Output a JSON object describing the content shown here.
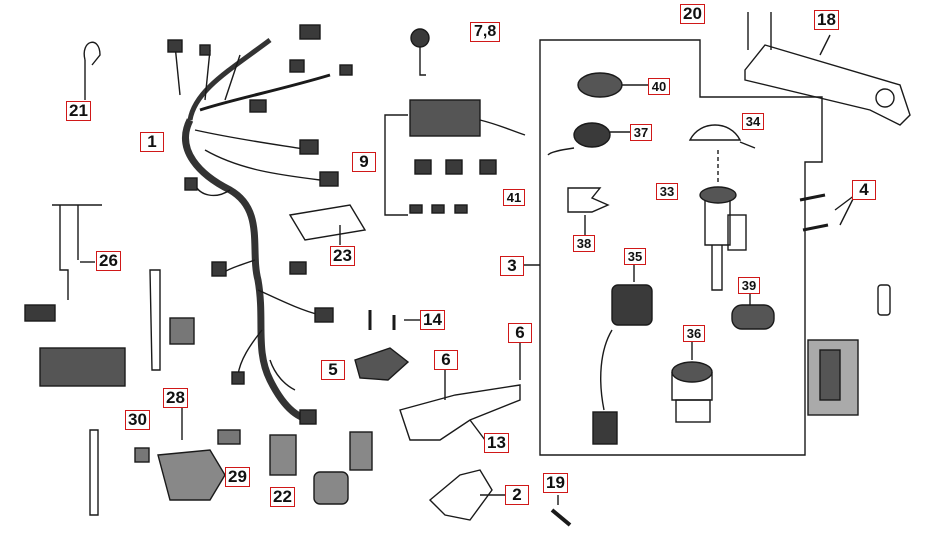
{
  "diagram": {
    "colors": {
      "line": "#1a1a1a",
      "callout_border": "#d01818",
      "part_fill": "#3a3a3a",
      "background": "#ffffff"
    },
    "callouts": {
      "c1": "1",
      "c2": "2",
      "c3": "3",
      "c4": "4",
      "c5": "5",
      "c6a": "6",
      "c6b": "6",
      "c7_8": "7,8",
      "c9": "9",
      "c13": "13",
      "c14": "14",
      "c18": "18",
      "c19": "19",
      "c20": "20",
      "c21": "21",
      "c22": "22",
      "c23": "23",
      "c26": "26",
      "c28": "28",
      "c29": "29",
      "c30": "30",
      "c33": "33",
      "c34": "34",
      "c35": "35",
      "c36": "36",
      "c37": "37",
      "c38": "38",
      "c39": "39",
      "c40": "40",
      "c41": "41"
    }
  }
}
